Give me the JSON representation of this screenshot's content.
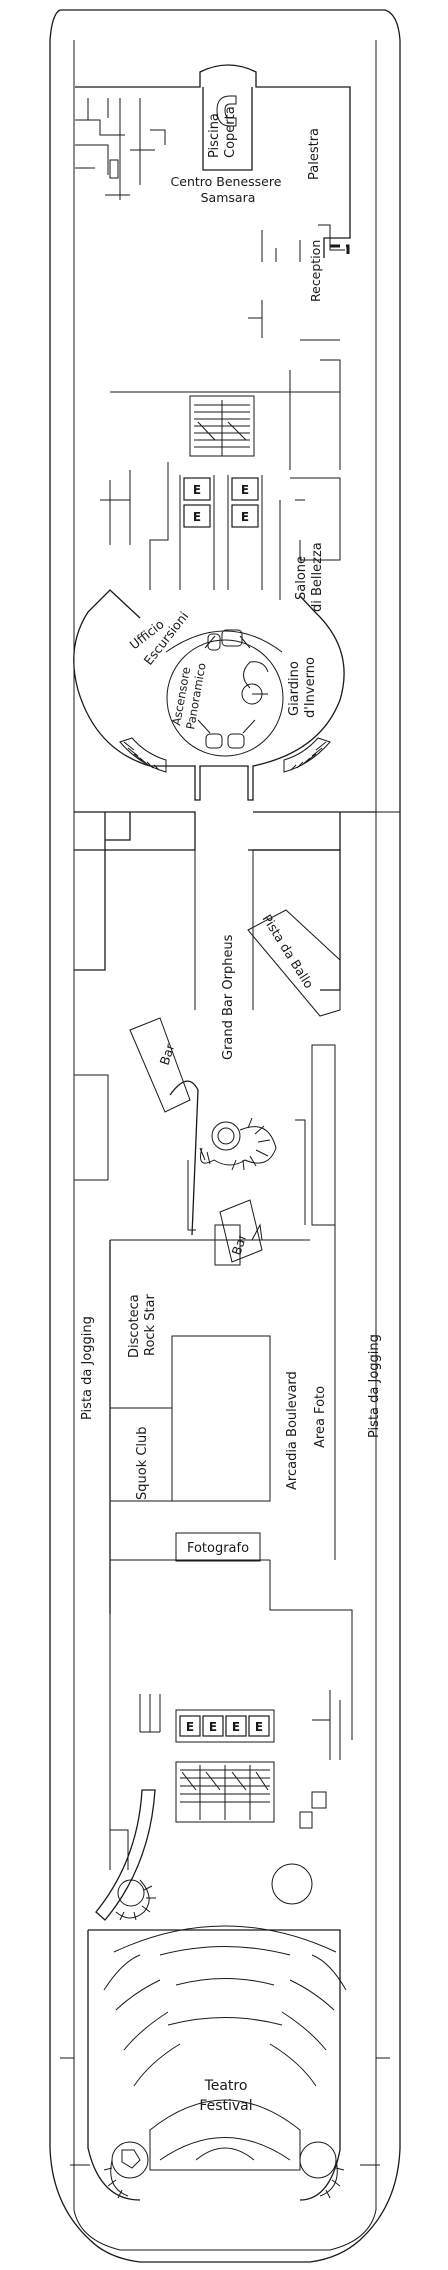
{
  "labels": {
    "piscina": "Piscina",
    "coperta": "Coperta",
    "palestra": "Palestra",
    "centro_benessere": "Centro Benessere",
    "samsara": "Samsara",
    "reception": "Reception",
    "salone": "Salone",
    "di_bellezza": "di Bellezza",
    "ufficio": "Ufficio",
    "escursioni": "Escursioni",
    "ascensore": "Ascensore",
    "panoramico": "Panoramico",
    "giardino": "Giardino",
    "d_inverno": "d'Inverno",
    "pista_da_ballo": "Pista da Ballo",
    "grand_bar_orpheus": "Grand Bar Orpheus",
    "bar_1": "Bar",
    "bar_2": "Bar",
    "discoteca": "Discoteca",
    "rock_star": "Rock Star",
    "squok_club": "Squok Club",
    "arcadia_boulevard": "Arcadia Boulevard",
    "area_foto": "Area Foto",
    "pista_jogging_left": "Pista da Jogging",
    "pista_jogging_right": "Pista da Jogging",
    "fotografo": "Fotografo",
    "teatro": "Teatro",
    "festival": "Festival",
    "elevator_letter": "E"
  }
}
